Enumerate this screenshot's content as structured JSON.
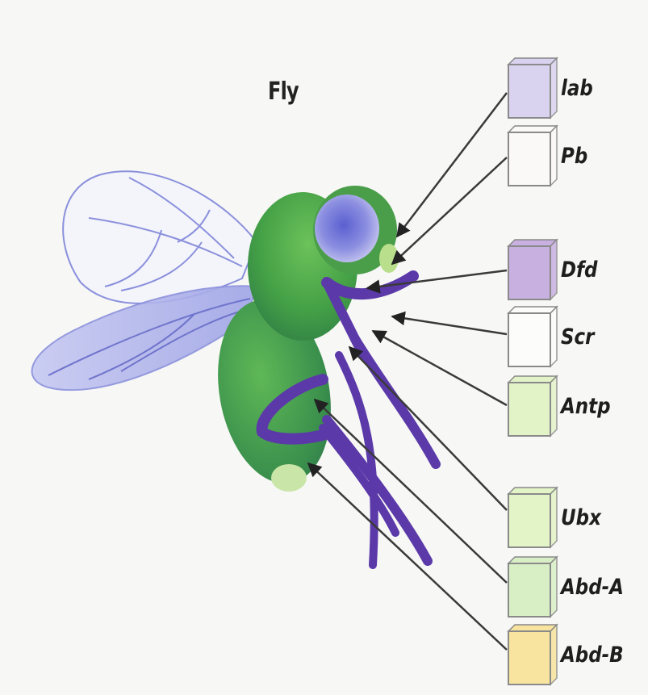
{
  "title": "Fly",
  "genes": [
    {
      "name": "lab",
      "color": "#d9d3ef"
    },
    {
      "name": "Pb",
      "color": "#fbf9f7"
    },
    {
      "name": "Dfd",
      "color": "#c8b0e0"
    },
    {
      "name": "Scr",
      "color": "#fcfcfa"
    },
    {
      "name": "Antp",
      "color": "#e2f3c8"
    },
    {
      "name": "Ubx",
      "color": "#e3f4c6"
    },
    {
      "name": "Abd-A",
      "color": "#d8efc6"
    },
    {
      "name": "Abd-B",
      "color": "#f8e49e"
    }
  ],
  "body_colors": {
    "thorax": "#49a84a",
    "head": "#4ea64c",
    "eye": "#7a7fd6",
    "legs": "#5a3aa8",
    "wing_outline": "#9aa0e0",
    "wing_fill": "#b7bcee"
  }
}
